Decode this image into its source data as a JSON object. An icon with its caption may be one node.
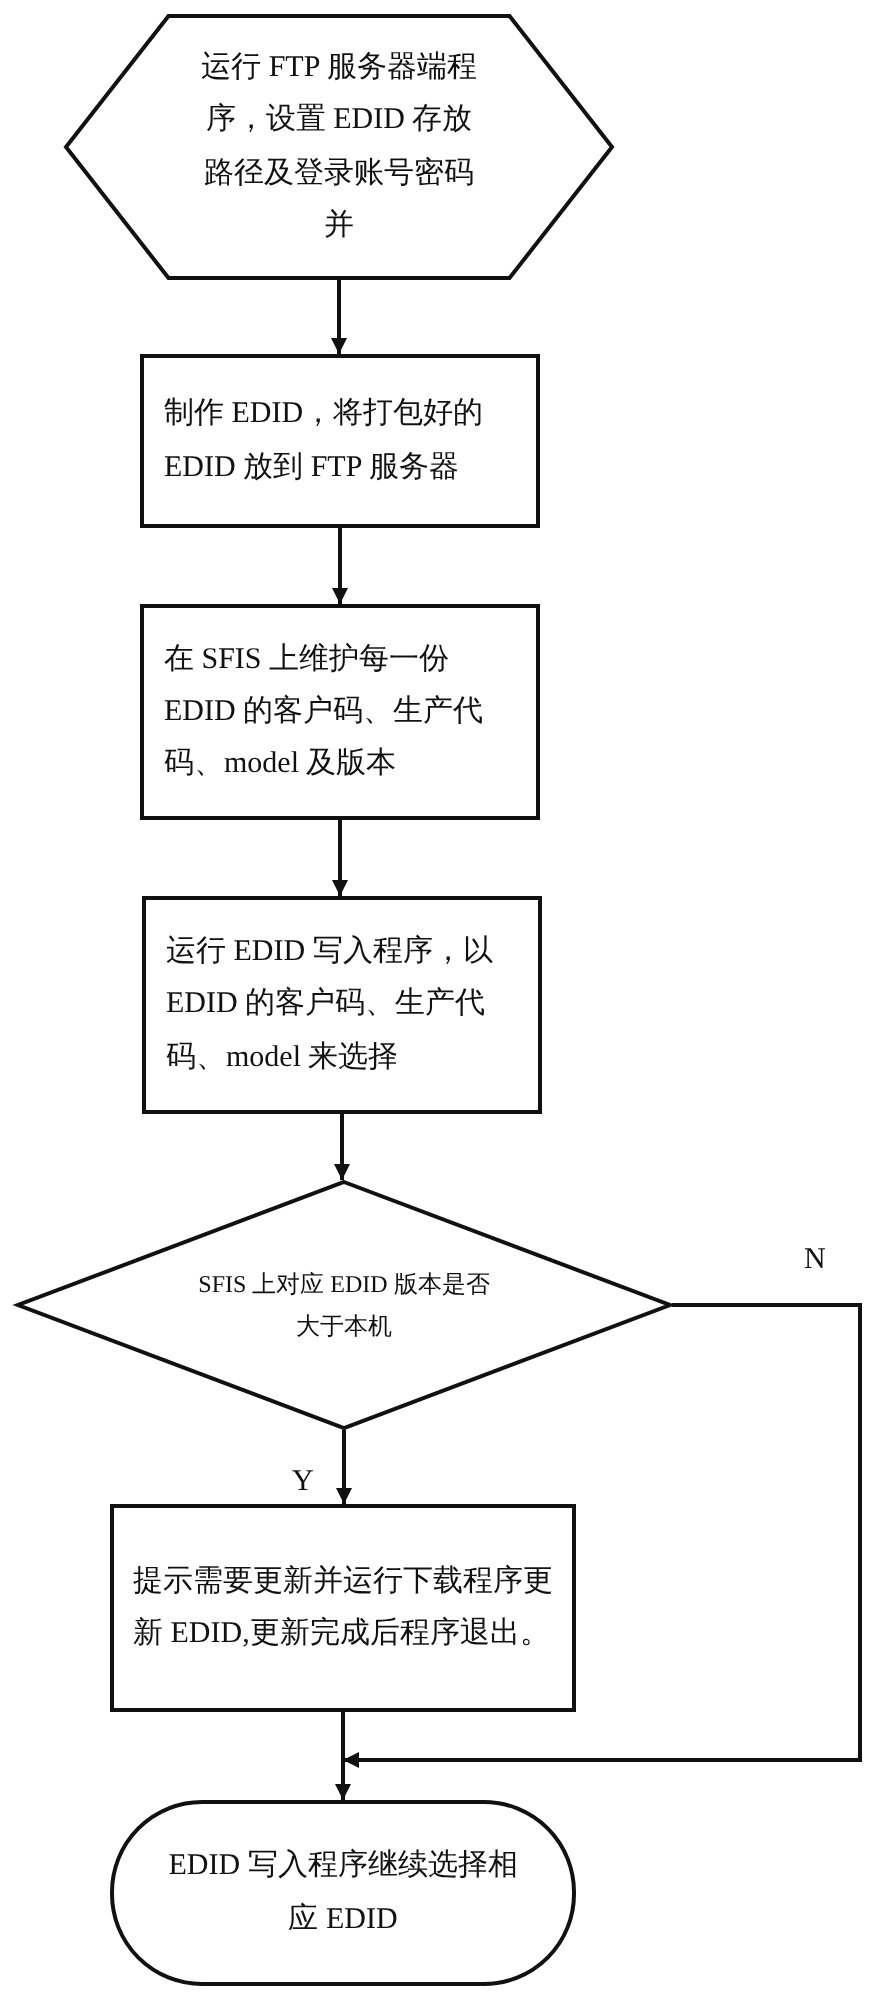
{
  "diagram": {
    "nodes": [
      {
        "text": [
          "运行 FTP 服务器端程序，设置 EDID 存放路径及登录账号密码并"
        ]
      },
      {
        "text": [
          "制作 EDID，将打包好的 EDID 放到 FTP 服务器"
        ]
      },
      {
        "text": [
          "在 SFIS 上维护每一份 EDID 的客户码、生产代码、model 及版本"
        ]
      },
      {
        "text": [
          "运行 EDID 写入程序，以 EDID 的客户码、生产代码、model 来选择"
        ]
      },
      {
        "text": [
          "SFIS 上对应 EDID 版本是否大于本机"
        ]
      },
      {
        "text": [
          "提示需要更新并运行下载程序更新 EDID,更新完成后程序退出。"
        ]
      },
      {
        "text": [
          "EDID 写入程序继续选择相应 EDID"
        ]
      }
    ],
    "edges": [
      {
        "from": 0,
        "to": 1,
        "arrow": "to"
      },
      {
        "from": 1,
        "to": 2,
        "arrow": "to"
      },
      {
        "from": 2,
        "to": 3,
        "arrow": "to"
      },
      {
        "from": 3,
        "to": 4,
        "arrow": "to"
      },
      {
        "from": 4,
        "to": 5,
        "arrow": "to",
        "label": "Y"
      },
      {
        "from": 5,
        "to": 6,
        "arrow": "to"
      },
      {
        "from": 4,
        "to": 6,
        "arrow": "to",
        "label": "N"
      }
    ]
  }
}
